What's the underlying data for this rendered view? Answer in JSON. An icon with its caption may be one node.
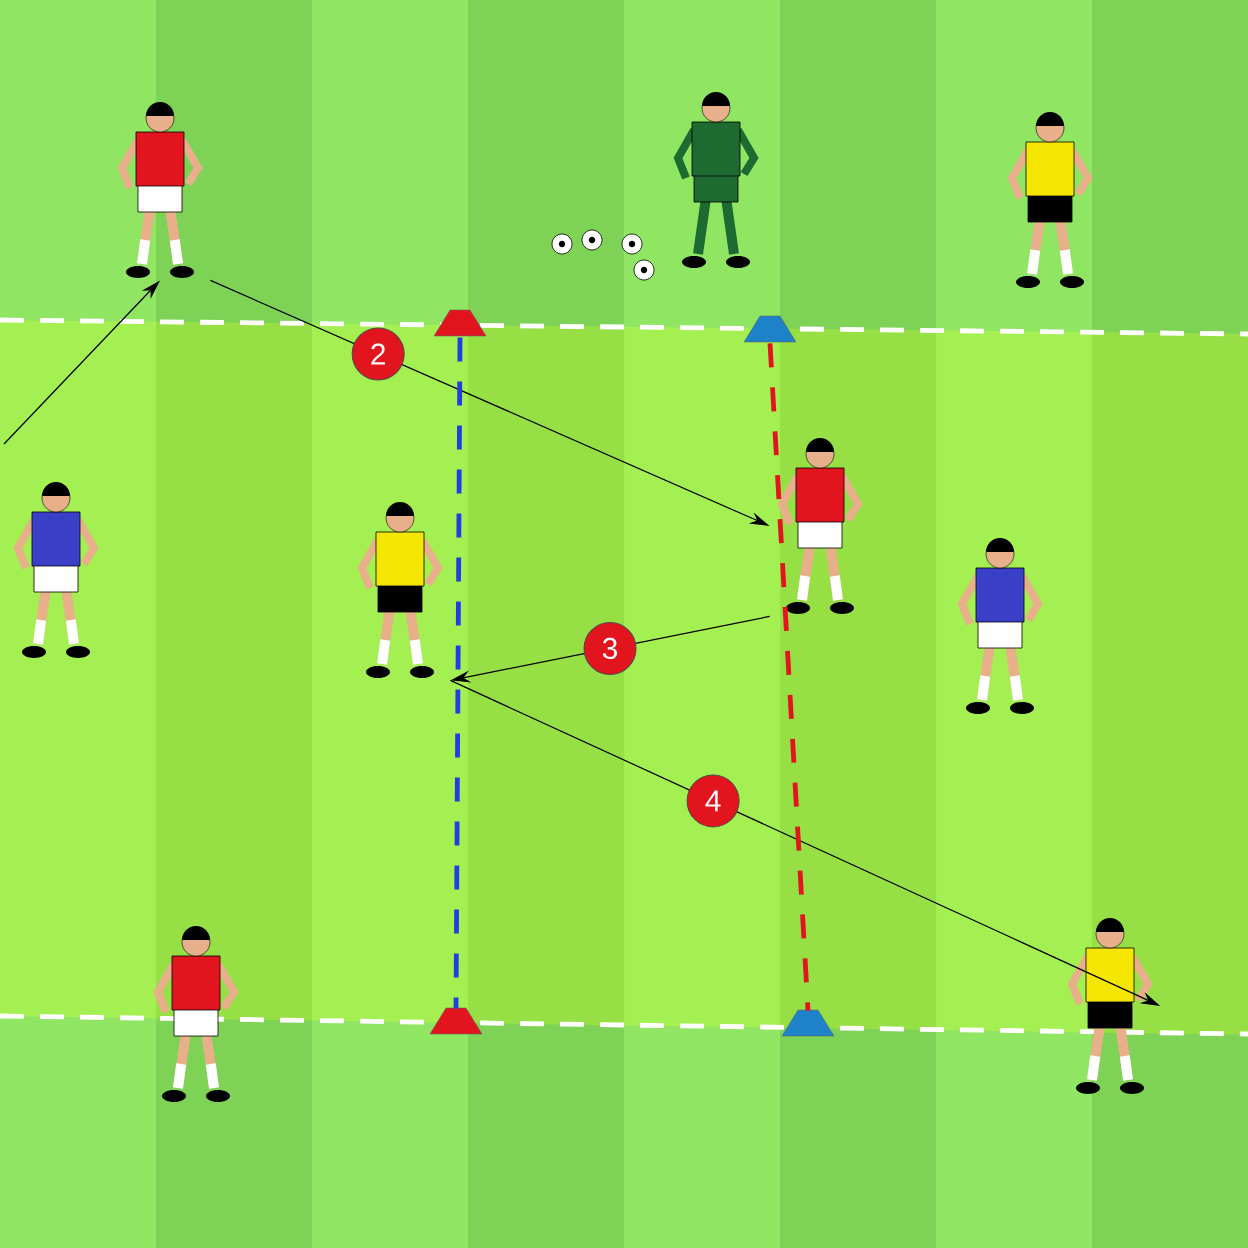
{
  "diagram": {
    "nodes": [
      {
        "text": [],
        "shape": "person"
      },
      {
        "text": [],
        "shape": "person"
      },
      {
        "text": [],
        "shape": "person"
      },
      {
        "text": [],
        "shape": "person"
      },
      {
        "text": [],
        "shape": "person"
      },
      {
        "text": [],
        "shape": "person"
      },
      {
        "text": [],
        "shape": "person"
      },
      {
        "text": [],
        "shape": "person"
      },
      {
        "text": [],
        "shape": "person"
      },
      {
        "text": [],
        "shape": "cone"
      },
      {
        "text": [],
        "shape": "cone"
      },
      {
        "text": [],
        "shape": "cone"
      },
      {
        "text": [],
        "shape": "cone"
      }
    ],
    "edges": [
      {
        "from": null,
        "to": 0,
        "arrow": "to"
      },
      {
        "from": 0,
        "to": 5,
        "arrow": "to",
        "label": "2"
      },
      {
        "from": 5,
        "to": 4,
        "arrow": "to",
        "label": "3"
      },
      {
        "from": 4,
        "to": 8,
        "arrow": "to",
        "label": "4"
      },
      {
        "from": 9,
        "to": 10,
        "arrow": "none",
        "style": "dashed",
        "color": "#1f3fe0"
      },
      {
        "from": 11,
        "to": 12,
        "arrow": "none",
        "style": "dashed",
        "color": "#e2141e"
      }
    ]
  }
}
